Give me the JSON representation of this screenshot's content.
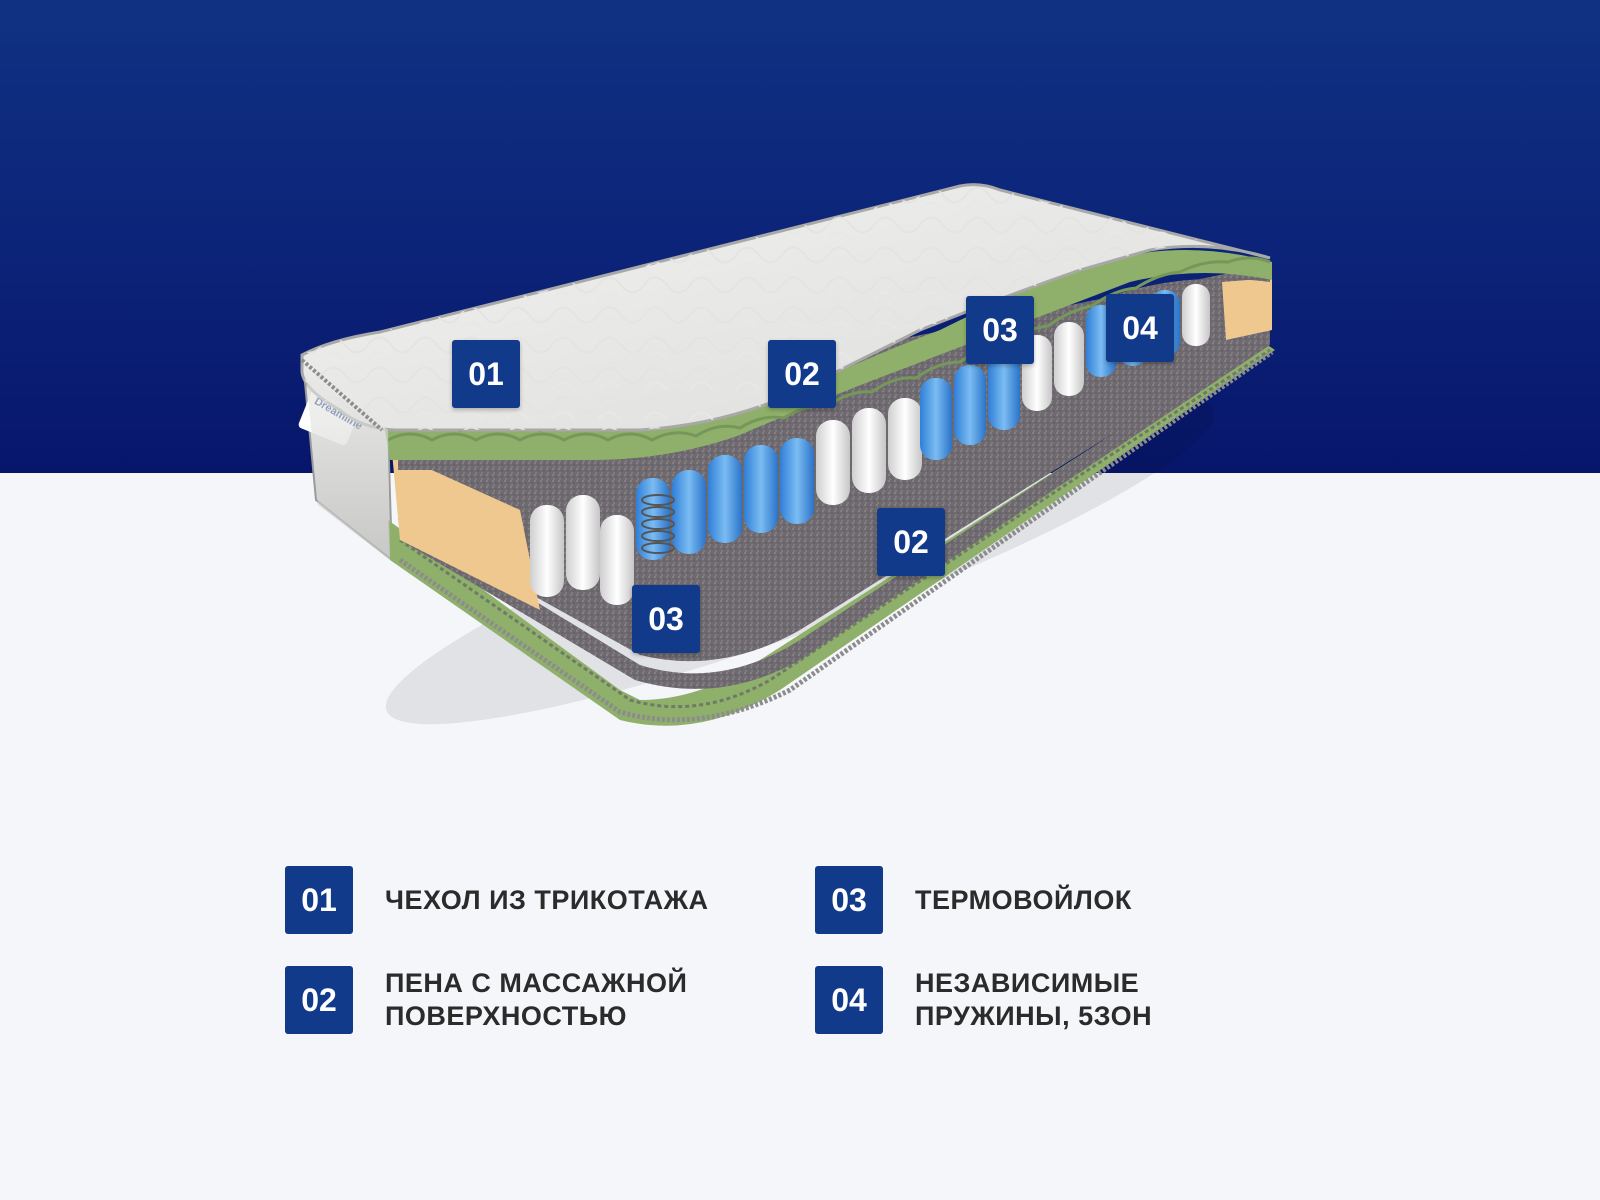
{
  "colors": {
    "hero_top": "#103183",
    "hero_bottom": "#07166b",
    "page_background": "#f4f6fa",
    "badge": "#123a8a",
    "text": "#2b2b2b"
  },
  "product": {
    "brand": "Dreamline"
  },
  "callouts": {
    "cover_top": "01",
    "foam_top": "02",
    "felt_top": "03",
    "springs_top": "04",
    "foam_bottom": "02",
    "felt_bottom": "03"
  },
  "legend": {
    "items": [
      {
        "number": "01",
        "lines": [
          "ЧЕХОЛ ИЗ ТРИКОТАЖА"
        ]
      },
      {
        "number": "02",
        "lines": [
          "ПЕНА С МАССАЖНОЙ",
          "ПОВЕРХНОСТЬЮ"
        ]
      },
      {
        "number": "03",
        "lines": [
          "ТЕРМОВОЙЛОК"
        ]
      },
      {
        "number": "04",
        "lines": [
          "НЕЗАВИСИМЫЕ",
          "ПРУЖИНЫ, 5ЗОН"
        ]
      }
    ]
  }
}
